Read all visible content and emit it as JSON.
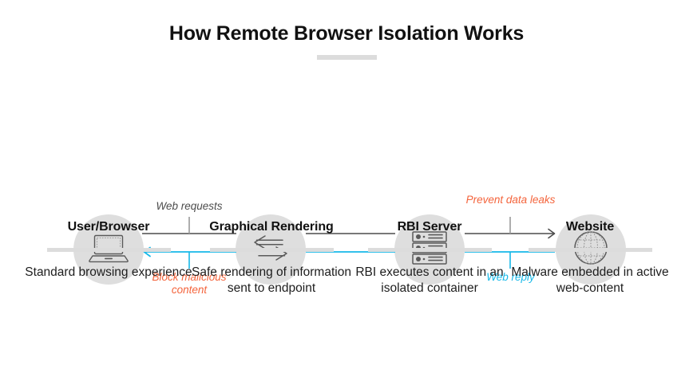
{
  "title": "How Remote Browser Isolation Works",
  "colors": {
    "accent_cyan": "#16b8e8",
    "accent_orange": "#f4643c",
    "line_dark": "#4c4c4c",
    "circle_fill": "#dedede",
    "rule_gray": "#dcdcdc"
  },
  "nodes": [
    {
      "icon": "laptop-icon",
      "label": "User/Browser"
    },
    {
      "icon": "exchange-arrows-icon",
      "label": "Graphical Rendering"
    },
    {
      "icon": "server-rack-icon",
      "label": "RBI Server"
    },
    {
      "icon": "globe-icon",
      "label": "Website"
    }
  ],
  "connectors": [
    {
      "id": "user-to-rendering",
      "top_label": "Web requests",
      "top_label_color": "gray",
      "top_arrow": "none",
      "bottom_label": "Block malicious content",
      "bottom_label_color": "orange",
      "bottom_arrow": "left"
    },
    {
      "id": "rendering-to-rbi",
      "top_label": "",
      "top_label_color": "gray",
      "top_arrow": "none",
      "bottom_label": "",
      "bottom_label_color": "cyan",
      "bottom_arrow": "none"
    },
    {
      "id": "rbi-to-website",
      "top_label": "Prevent data leaks",
      "top_label_color": "orange",
      "top_arrow": "right",
      "bottom_label": "Web reply",
      "bottom_label_color": "cyan",
      "bottom_arrow": "none"
    }
  ],
  "columns": [
    {
      "title": "User/Browser",
      "description": "Standard browsing experience"
    },
    {
      "title": "Graphical Rendering",
      "description": "Safe rendering of information sent to endpoint"
    },
    {
      "title": "RBI Server",
      "description": "RBI executes content in an isolated container"
    },
    {
      "title": "Website",
      "description": "Malware embedded in active web-content"
    }
  ]
}
